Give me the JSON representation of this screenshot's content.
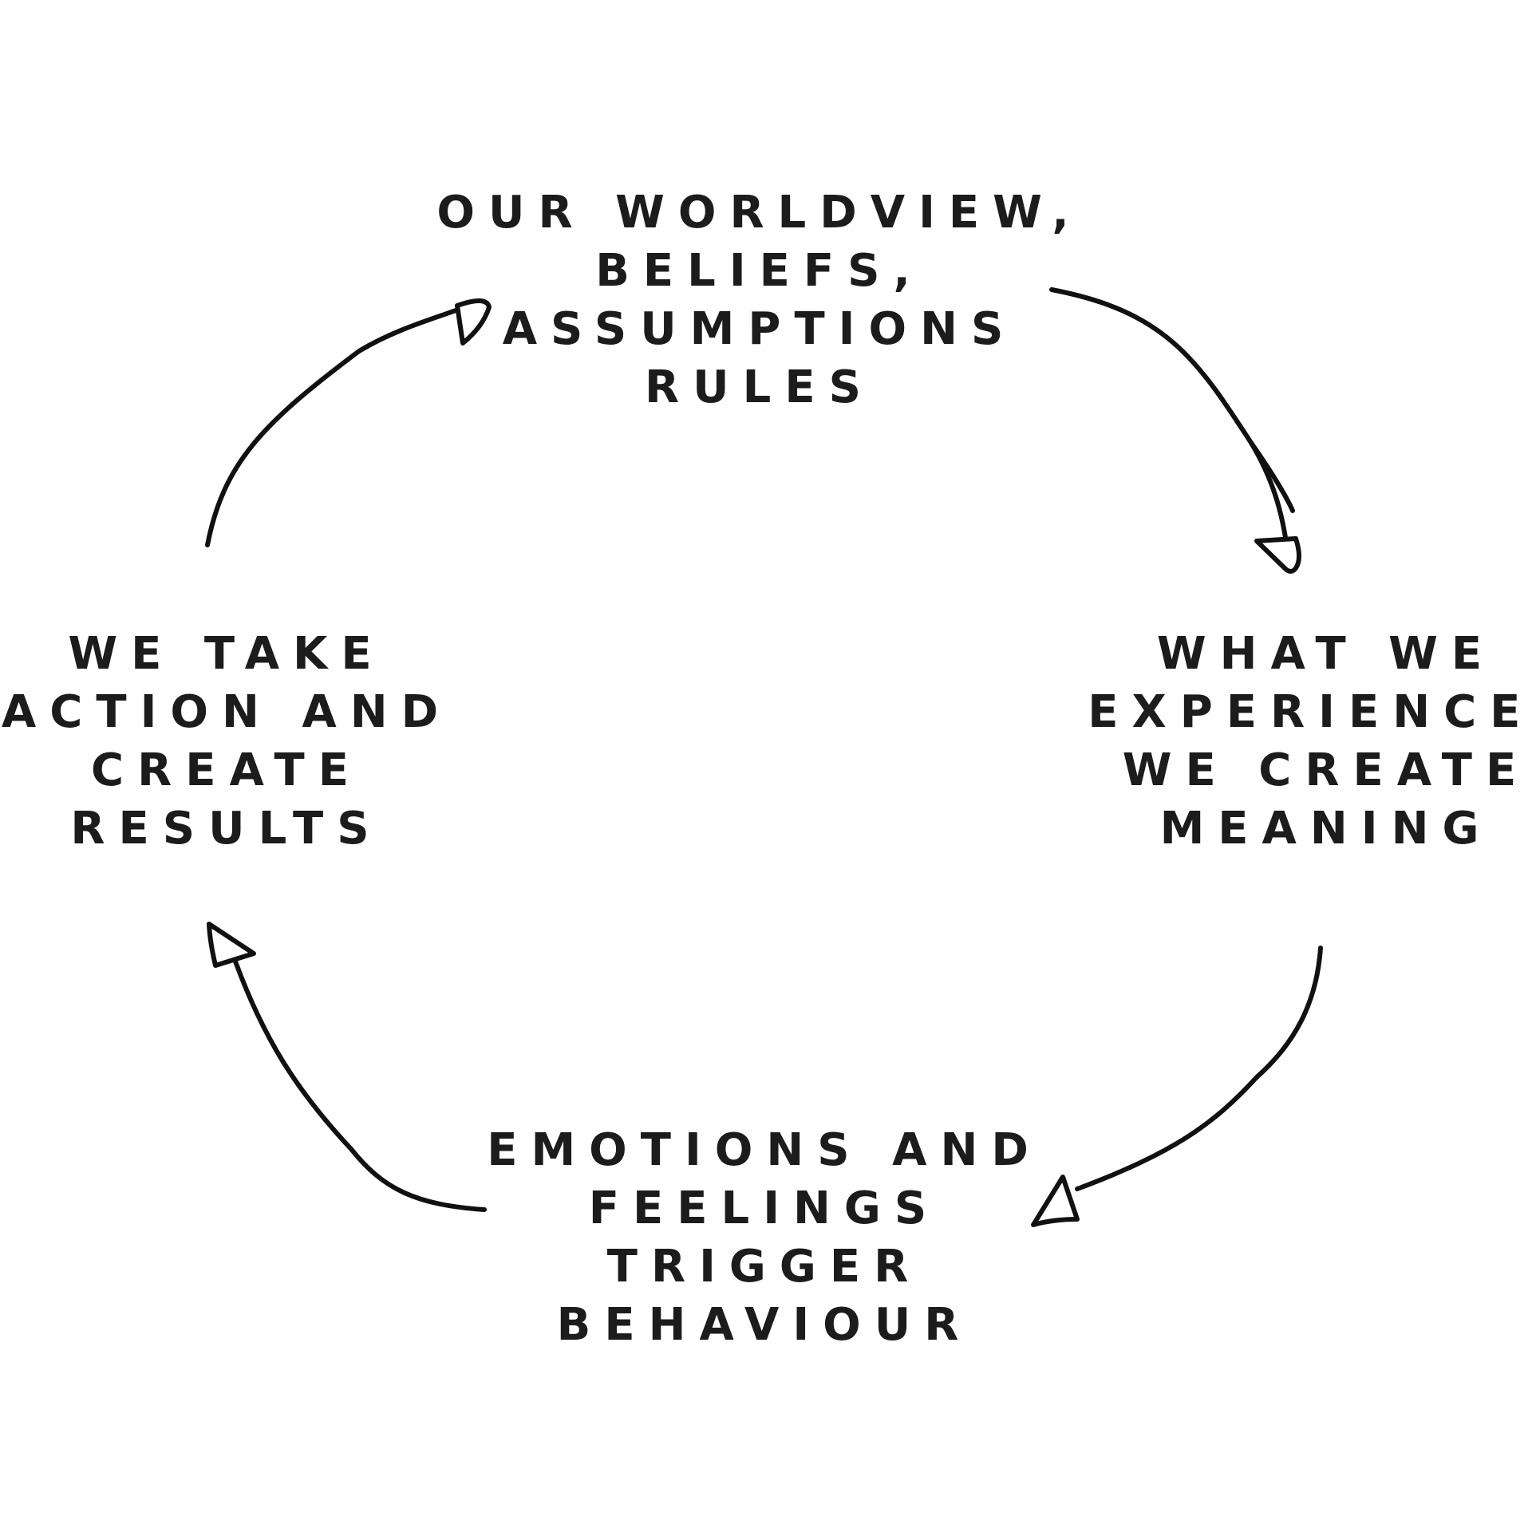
{
  "diagram": {
    "nodes": [
      {
        "id": "top",
        "lines": [
          "OUR WORLDVIEW,",
          "BELIEFS,",
          "ASSUMPTIONS",
          "RULES"
        ]
      },
      {
        "id": "right",
        "lines": [
          "WHAT WE",
          "EXPERIENCE.",
          "WE CREATE",
          "MEANING"
        ]
      },
      {
        "id": "bottom",
        "lines": [
          "EMOTIONS AND",
          "FEELINGS",
          "TRIGGER",
          "BEHAVIOUR"
        ]
      },
      {
        "id": "left",
        "lines": [
          "WE TAKE",
          "ACTION AND",
          "CREATE",
          "RESULTS"
        ]
      }
    ],
    "edges": [
      {
        "from": "top",
        "to": "right"
      },
      {
        "from": "right",
        "to": "bottom"
      },
      {
        "from": "bottom",
        "to": "left"
      },
      {
        "from": "left",
        "to": "top"
      }
    ],
    "colors": {
      "text": "#1c1c1c",
      "stroke": "#111111",
      "background": "#ffffff"
    }
  }
}
